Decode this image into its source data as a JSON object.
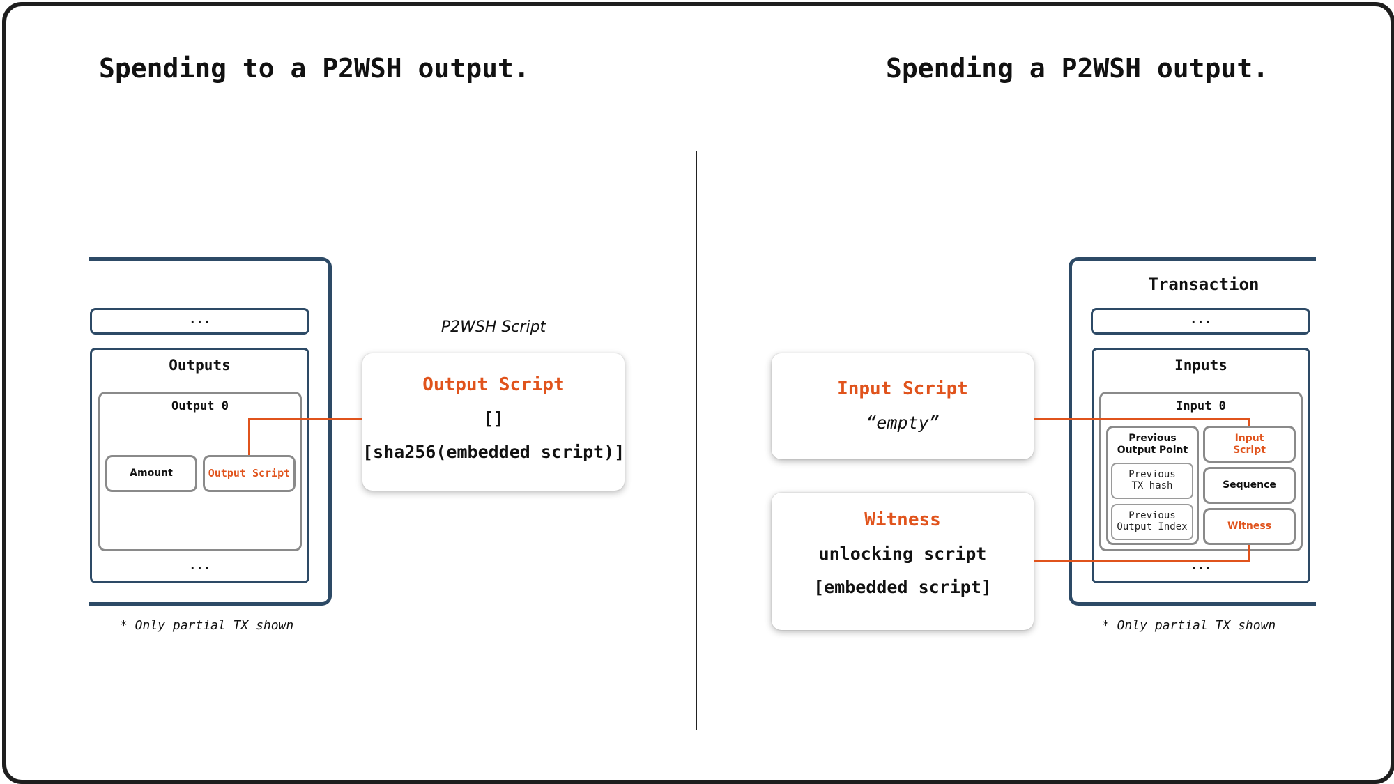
{
  "titles": {
    "left": "Spending to a P2WSH output.",
    "right": "Spending a P2WSH output."
  },
  "left_tx": {
    "ellipsis_top": "...",
    "outputs_label": "Outputs",
    "output0_label": "Output 0",
    "amount_label": "Amount",
    "output_script_label": "Output Script",
    "ellipsis_bottom": "...",
    "note": "* Only partial TX shown"
  },
  "p2wsh_card": {
    "caption": "P2WSH Script",
    "title": "Output Script",
    "line1": "[]",
    "line2": "[sha256(embedded script)]"
  },
  "input_script_card": {
    "title": "Input Script",
    "value": "“empty”"
  },
  "witness_card": {
    "title": "Witness",
    "line1": "unlocking script",
    "line2": "[embedded script]"
  },
  "right_tx": {
    "title": "Transaction",
    "ellipsis_top": "...",
    "inputs_label": "Inputs",
    "input0_label": "Input 0",
    "prev_output_point_line1": "Previous",
    "prev_output_point_line2": "Output Point",
    "prev_tx_hash_line1": "Previous",
    "prev_tx_hash_line2": "TX hash",
    "prev_output_index_line1": "Previous",
    "prev_output_index_line2": "Output Index",
    "input_script_line1": "Input",
    "input_script_line2": "Script",
    "sequence_label": "Sequence",
    "witness_label": "Witness",
    "ellipsis_bottom": "...",
    "note": "* Only partial TX shown"
  },
  "colors": {
    "accent": "#e0531c",
    "structure_blue": "#2d4a66",
    "border_grey": "#8a8a8a",
    "text": "#111111"
  }
}
